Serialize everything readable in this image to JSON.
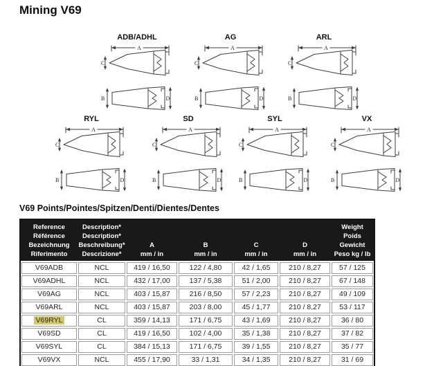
{
  "page": {
    "title": "Mining V69"
  },
  "drawings": {
    "dim_labels": {
      "a": "A",
      "b": "B",
      "c": "C",
      "d": "D"
    },
    "groups": [
      {
        "label": "ADB/ADHL"
      },
      {
        "label": "AG"
      },
      {
        "label": "ARL"
      },
      {
        "label": "RYL"
      },
      {
        "label": "SD"
      },
      {
        "label": "SYL"
      },
      {
        "label": "VX"
      }
    ]
  },
  "section": {
    "heading": "V69 Points/Pointes/Spitzen/Denti/Dientes/Dentes"
  },
  "table": {
    "header": {
      "reference_lines": [
        "Reference",
        "Référence",
        "Bezeichnung",
        "Riferimento"
      ],
      "description_lines": [
        "Description*",
        "Description*",
        "Beschreibung*",
        "Descrizione*"
      ],
      "dim_columns": [
        {
          "label": "A",
          "unit": "mm / in"
        },
        {
          "label": "B",
          "unit": "mm / in"
        },
        {
          "label": "C",
          "unit": "mm / in"
        },
        {
          "label": "D",
          "unit": "mm / in"
        }
      ],
      "weight_lines": [
        "Weight",
        "Poids",
        "Gewicht",
        "Peso kg / lb"
      ]
    },
    "rows": [
      {
        "reference": "V69ADB",
        "description": "NCL",
        "a": "419 / 16,50",
        "b": "122 / 4,80",
        "c": "42 / 1,65",
        "d": "210 / 8,27",
        "weight": "57 / 125",
        "highlighted": false
      },
      {
        "reference": "V69ADHL",
        "description": "NCL",
        "a": "432 / 17,00",
        "b": "137 / 5,38",
        "c": "51 / 2,00",
        "d": "210 / 8,27",
        "weight": "67 / 148",
        "highlighted": false
      },
      {
        "reference": "V69AG",
        "description": "NCL",
        "a": "403 / 15,87",
        "b": "216 / 8,50",
        "c": "57 / 2,23",
        "d": "210 / 8,27",
        "weight": "49 / 109",
        "highlighted": false
      },
      {
        "reference": "V69ARL",
        "description": "NCL",
        "a": "403 / 15,87",
        "b": "203 / 8,00",
        "c": "45 / 1,77",
        "d": "210 / 8,27",
        "weight": "53 / 117",
        "highlighted": false
      },
      {
        "reference": "V69RYL",
        "description": "CL",
        "a": "359 / 14,13",
        "b": "171 / 6,75",
        "c": "43 / 1,69",
        "d": "210 / 8,27",
        "weight": "36 / 80",
        "highlighted": true
      },
      {
        "reference": "V69SD",
        "description": "CL",
        "a": "419 / 16,50",
        "b": "102 / 4,00",
        "c": "35 / 1,38",
        "d": "210 / 8,27",
        "weight": "37 / 82",
        "highlighted": false
      },
      {
        "reference": "V69SYL",
        "description": "CL",
        "a": "384 / 15,13",
        "b": "171 / 6,75",
        "c": "39 / 1,55",
        "d": "210 / 8,27",
        "weight": "35 / 77",
        "highlighted": false
      },
      {
        "reference": "V69VX",
        "description": "NCL",
        "a": "455 / 17,90",
        "b": "33 / 1,31",
        "c": "34 / 1,35",
        "d": "210 / 8,27",
        "weight": "31 / 69",
        "highlighted": false
      }
    ]
  },
  "colors": {
    "header_bg": "#191919",
    "header_text": "#ffffff",
    "row_highlight": "#d5c76c",
    "cell_border": "#9b9b9b",
    "table_border": "#141414",
    "line_art": "#3d3d3d"
  }
}
